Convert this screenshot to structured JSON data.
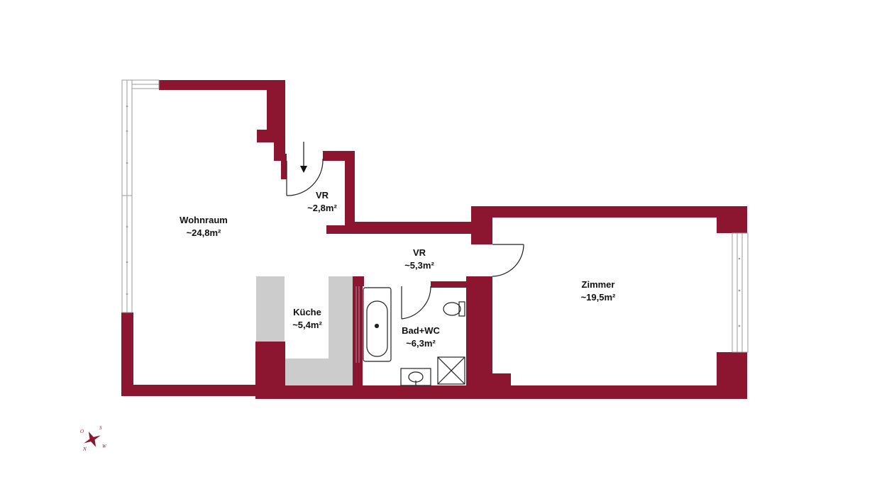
{
  "colors": {
    "wall": "#8c1530",
    "kitchen_counter": "#cccccc",
    "window": "#9a9a9a",
    "fixture_stroke": "#222222",
    "text": "#111111"
  },
  "rooms": {
    "wohnraum": {
      "name": "Wohnraum",
      "area": "~24,8m²"
    },
    "vr_top": {
      "name": "VR",
      "area": "~2,8m²"
    },
    "vr_mid": {
      "name": "VR",
      "area": "~5,3m²"
    },
    "kueche": {
      "name": "Küche",
      "area": "~5,4m²"
    },
    "bad": {
      "name": "Bad+WC",
      "area": "~6,3m²"
    },
    "zimmer": {
      "name": "Zimmer",
      "area": "~19,5m²"
    }
  },
  "compass": {
    "icon": "compass-rose-icon",
    "letters": [
      "O",
      "S",
      "N",
      "W"
    ]
  },
  "icons": [
    "entrance-arrow-icon",
    "bathtub-icon",
    "toilet-icon",
    "sink-icon",
    "shower-icon"
  ]
}
